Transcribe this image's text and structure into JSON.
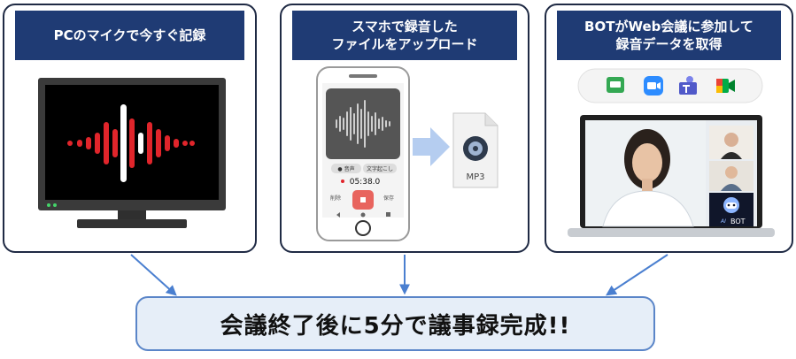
{
  "cards": [
    {
      "title": "PCのマイクで今すぐ記録"
    },
    {
      "title": "スマホで録音した\nファイルをアップロード"
    },
    {
      "title": "BOTがWeb会議に参加して\n録音データを取得"
    }
  ],
  "phone": {
    "chip_left": "● 音声",
    "chip_right": "文字起こし",
    "timer": "05:38.0",
    "left_control": "削除",
    "right_control": "保存"
  },
  "file_label": "MP3",
  "bot_brand": "AI",
  "bot_label": "BOT",
  "result_text": "会議終了後に5分で議事録完成!!",
  "colors": {
    "header_bg": "#1f3b74",
    "card_border": "#1f2a44",
    "result_bg": "#e6eef8",
    "result_border": "#5a85c8",
    "waveform_red": "#e0252b",
    "arrow_blue": "#4a7fd0"
  },
  "apps": [
    "google-chat-icon",
    "zoom-icon",
    "teams-icon",
    "google-meet-icon"
  ]
}
